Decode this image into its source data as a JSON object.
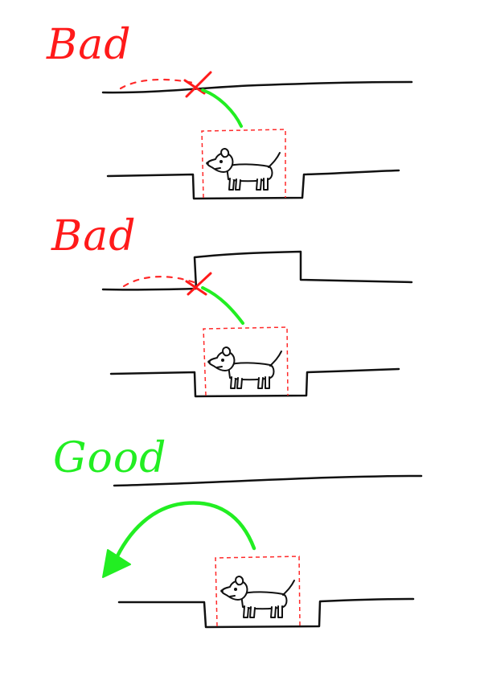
{
  "panels": [
    {
      "label": "Bad",
      "label_color": "#ff1a1a"
    },
    {
      "label": "Bad",
      "label_color": "#ff1a1a"
    },
    {
      "label": "Good",
      "label_color": "#22ee22"
    }
  ],
  "colors": {
    "ink": "#111111",
    "bad_red": "#ff1a1a",
    "good_green": "#22ee22",
    "guide_red": "#ff2a2a"
  }
}
